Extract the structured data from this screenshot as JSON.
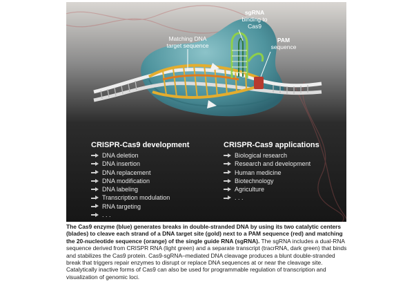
{
  "labels": {
    "sgrna_line1": "sgRNA",
    "sgrna_line2": "binding to",
    "sgrna_line3": "Cas9",
    "pam_line1": "PAM",
    "pam_line2": "sequence",
    "matching_line1": "Matching DNA",
    "matching_line2": "target sequence"
  },
  "development": {
    "title": "CRISPR-Cas9 development",
    "items": [
      "DNA deletion",
      "DNA insertion",
      "DNA replacement",
      "DNA modification",
      "DNA labeling",
      "Transcription modulation",
      "RNA targeting",
      ". . ."
    ]
  },
  "applications": {
    "title": "CRISPR-Cas9 applications",
    "items": [
      "Biological research",
      "Research and development",
      "Human medicine",
      "Biotechnology",
      "Agriculture",
      ". . ."
    ]
  },
  "caption": {
    "bold": "The Cas9 enzyme (blue) generates breaks in double-stranded DNA by using its two catalytic centers (blades) to cleave each strand of a DNA target site (gold) next to a PAM sequence (red) and matching the 20-nucleotide sequence (orange) of the single guide RNA (sgRNA).",
    "normal": " The sgRNA includes a dual-RNA sequence derived from CRISPR RNA (light green) and a separate transcript (tracrRNA, dark green) that binds and stabilizes the Cas9 protein. Cas9-sgRNA–mediated DNA cleavage produces a blunt double-stranded break that triggers repair enzymes to disrupt or replace DNA sequences at or near the cleavage site. Catalytically inactive forms of Cas9 can also be used for programmable regulation of transcription and visualization of genomic loci."
  },
  "colors": {
    "cas9": "#5fa6b0",
    "dna_target": "#e3ad2f",
    "pam": "#b83a2e",
    "guide": "#e07a1e",
    "crrna": "#8fcf4a",
    "tracrrna": "#2f7a3a"
  }
}
